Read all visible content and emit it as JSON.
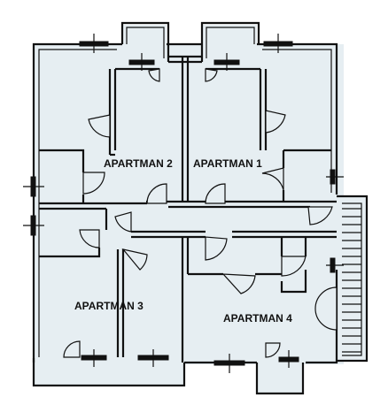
{
  "rooms": {
    "apartment_1": "APARTMAN 1",
    "apartment_2": "APARTMAN 2",
    "apartment_3": "APARTMAN 3",
    "apartment_4": "APARTMAN 4"
  },
  "colors": {
    "floor": "#e6eef2",
    "wall": "#111111",
    "background": "#ffffff"
  }
}
